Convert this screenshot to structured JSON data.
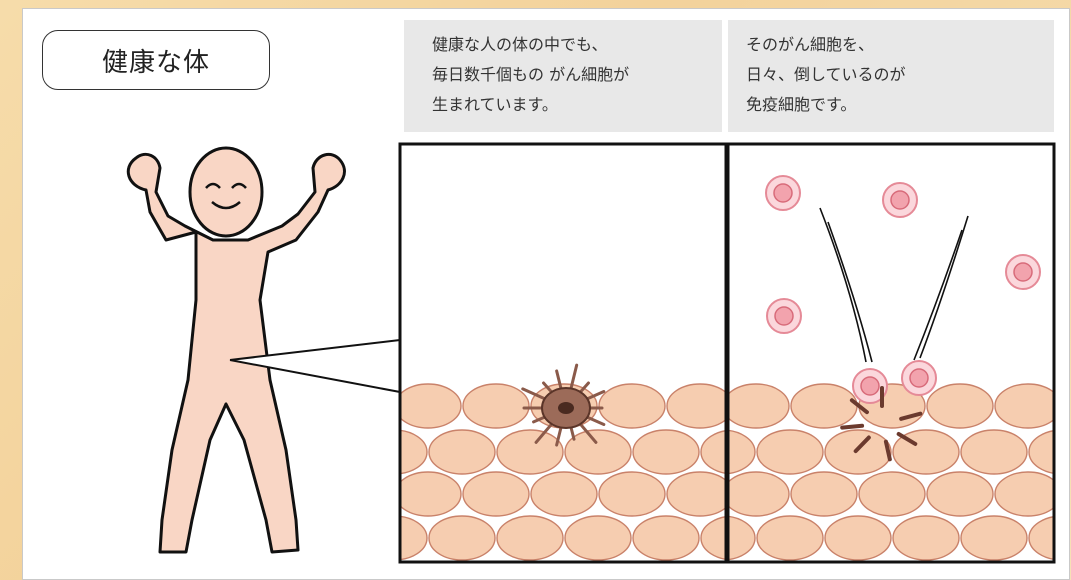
{
  "title": "健康な体",
  "captions": [
    {
      "lines": [
        "健康な人の体の中でも、",
        "毎日数千個もの がん細胞が",
        "生まれています。"
      ]
    },
    {
      "lines": [
        "そのがん細胞を、",
        "日々、倒しているのが",
        "免疫細胞です。"
      ]
    }
  ],
  "colors": {
    "skin": "#f9d6c5",
    "cell_fill": "#f6cdb0",
    "cell_stroke": "#c9826a",
    "cancer": "#8a5a4a",
    "immune": "#f2a3ad",
    "frame": "#111111",
    "background": "#f3d29b"
  },
  "icons": [
    "smiling-person",
    "cancer-cell",
    "immune-cell",
    "cell-tissue"
  ]
}
